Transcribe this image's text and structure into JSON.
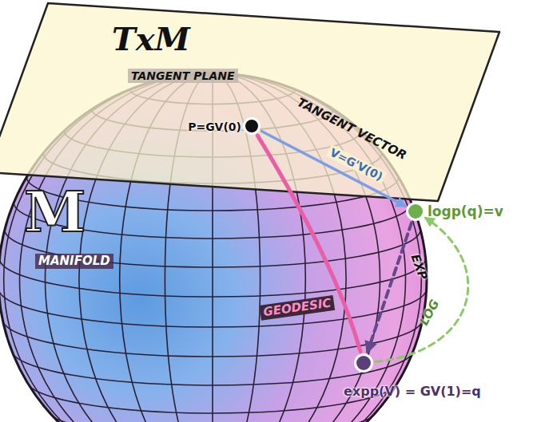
{
  "diagram": {
    "nodes": [
      {
        "text": [
          "TxM",
          "TANGENT PLANE"
        ]
      },
      {
        "text": [
          "P=GV(0)"
        ],
        "in": 0
      },
      {
        "text": [
          "logp(q)=v"
        ]
      },
      {
        "text": [
          "M",
          "MANIFOLD"
        ]
      },
      {
        "text": [
          "expp(V) = GV(1)=q"
        ],
        "in": 3
      }
    ],
    "edges": [
      {
        "from": 1,
        "to": 2,
        "arrow": "to",
        "label": "V=G'V(0)"
      },
      {
        "from": 1,
        "to": 4,
        "arrow": "none",
        "label": "GEODESIC"
      },
      {
        "from": 2,
        "to": 4,
        "arrow": "to",
        "label": "EXP"
      },
      {
        "from": 4,
        "to": 2,
        "arrow": "to",
        "label": "LOG"
      }
    ],
    "labels": [
      "TANGENT VECTOR"
    ]
  }
}
